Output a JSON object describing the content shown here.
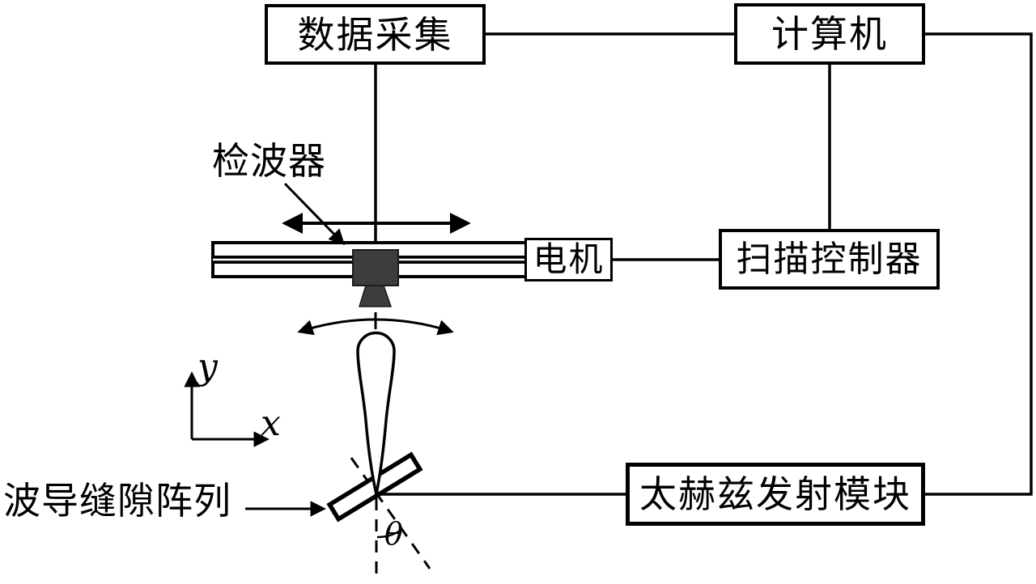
{
  "diagram": {
    "title_semantic": "terahertz-scanning-imaging-system-block-diagram",
    "boxes": {
      "data_acquisition": "数据采集",
      "computer": "计算机",
      "motor": "电机",
      "scan_controller": "扫描控制器",
      "terahertz_tx_module": "太赫兹发射模块"
    },
    "labels": {
      "detector": "检波器",
      "waveguide_slot_array": "波导缝隙阵列",
      "axis_x": "x",
      "axis_y": "y",
      "angle_theta": "θ"
    },
    "icons": {
      "detector_block": "dark-square-detector",
      "horn": "horn-antenna",
      "beam": "antenna-main-lobe",
      "rail": "linear-translation-stage",
      "sweep_arc": "angular-sweep-arrow",
      "travel_arrow": "bidirectional-travel-arrow"
    },
    "colors": {
      "line": "#000000",
      "detector_fill": "#3d3d3d",
      "background": "#ffffff"
    }
  }
}
